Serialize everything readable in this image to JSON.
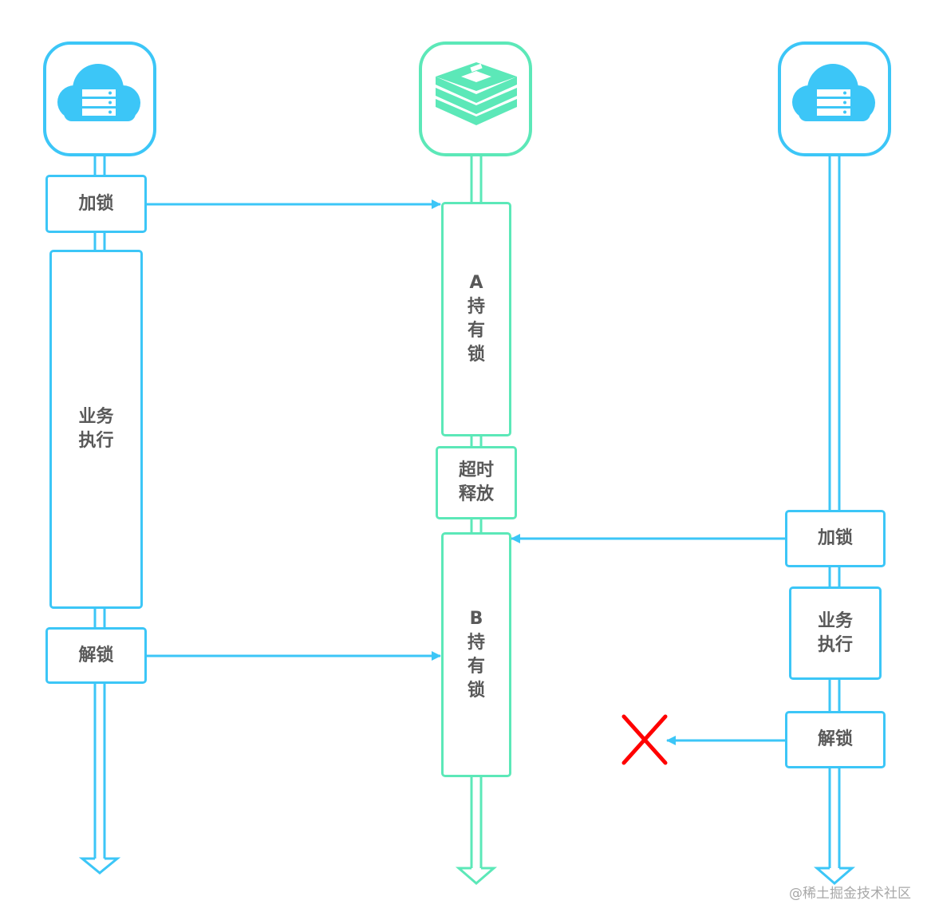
{
  "colors": {
    "client": "#3cc6f7",
    "redis": "#5ce8b8",
    "text": "#595959",
    "fail": "#ff0000"
  },
  "icons": {
    "client_a": "cloud-server-icon",
    "redis": "redis-stack-icon",
    "client_b": "cloud-server-icon",
    "fail": "red-x-icon"
  },
  "client_a": {
    "lock": "加锁",
    "business": [
      "业务",
      "执行"
    ],
    "unlock": "解锁"
  },
  "redis": {
    "a_holds": [
      "A",
      "持",
      "有",
      "锁"
    ],
    "timeout": [
      "超时",
      "释放"
    ],
    "b_holds": [
      "B",
      "持",
      "有",
      "锁"
    ]
  },
  "client_b": {
    "lock": "加锁",
    "business": [
      "业务",
      "执行"
    ],
    "unlock": "解锁"
  },
  "watermark": "@稀土掘金技术社区"
}
